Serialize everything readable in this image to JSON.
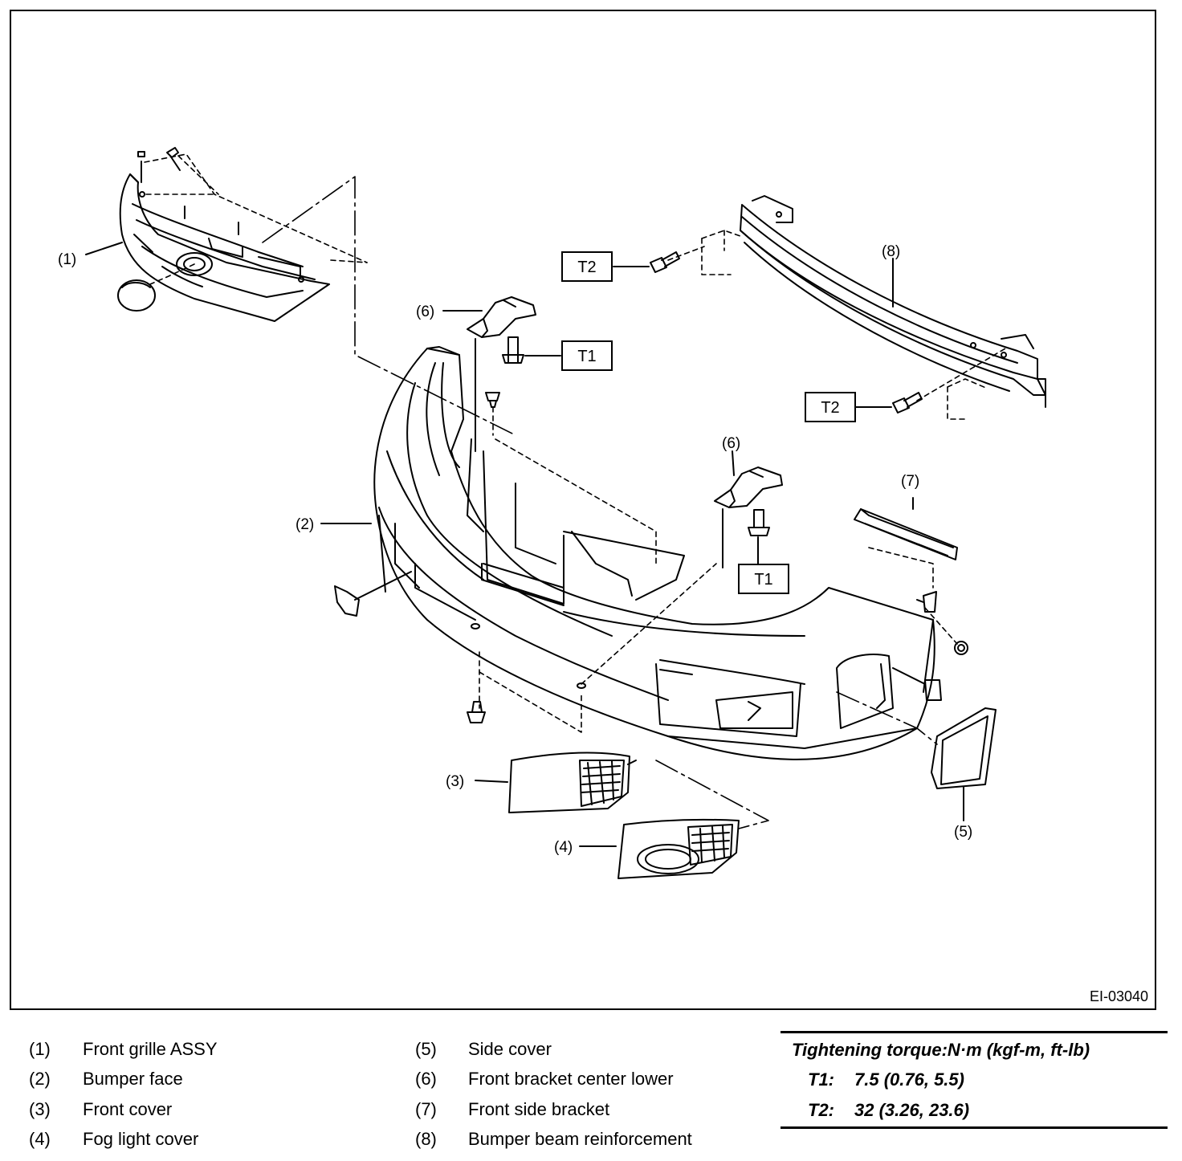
{
  "figure_code": "EI-03040",
  "callouts": {
    "c1": "(1)",
    "c2": "(2)",
    "c3": "(3)",
    "c4": "(4)",
    "c5": "(5)",
    "c6a": "(6)",
    "c6b": "(6)",
    "c7": "(7)",
    "c8": "(8)"
  },
  "torque_boxes": {
    "t2_top": "T2",
    "t1_upper": "T1",
    "t2_right": "T2",
    "t1_lower": "T1"
  },
  "legend": {
    "items": [
      {
        "num": "(1)",
        "name": "Front grille ASSY"
      },
      {
        "num": "(2)",
        "name": "Bumper face"
      },
      {
        "num": "(3)",
        "name": "Front cover"
      },
      {
        "num": "(4)",
        "name": "Fog light cover"
      },
      {
        "num": "(5)",
        "name": "Side cover"
      },
      {
        "num": "(6)",
        "name": "Front bracket center lower"
      },
      {
        "num": "(7)",
        "name": "Front side bracket"
      },
      {
        "num": "(8)",
        "name": "Bumper beam reinforcement"
      }
    ]
  },
  "torque_table": {
    "title": "Tightening torque:N·m (kgf-m, ft-lb)",
    "rows": [
      {
        "key": "T1:",
        "value": "7.5 (0.76, 5.5)"
      },
      {
        "key": "T2:",
        "value": "32 (3.26, 23.6)"
      }
    ]
  }
}
